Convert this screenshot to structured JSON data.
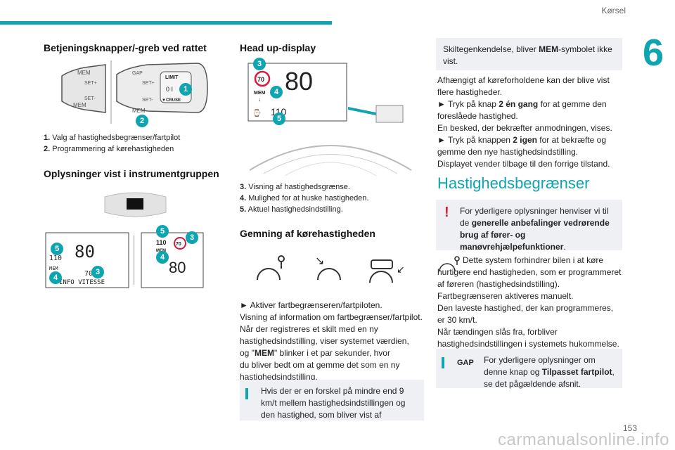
{
  "header": {
    "section": "Kørsel",
    "chapter": "6",
    "page": "153"
  },
  "col1": {
    "title1": "Betjeningsknapper/-greb ved rattet",
    "list1": [
      {
        "n": "1.",
        "t": "Valg af hastighedsbegrænser/fartpilot"
      },
      {
        "n": "2.",
        "t": "Programmering af kørehastigheden"
      }
    ],
    "title2": "Oplysninger vist i instrumentgruppen",
    "stalk_labels": {
      "limit": "LIMIT",
      "cruse": "CRUSE",
      "set_plus": "SET+",
      "set_minus": "SET-",
      "mem": "MEM",
      "gap": "GAP"
    },
    "cluster_left": {
      "speed": "80",
      "sub": "110",
      "mem": "MEM",
      "small": "70",
      "bottom": "INFO VITESSE"
    },
    "cluster_right": {
      "small": "110",
      "mem": "MEM",
      "sign": "70",
      "speed": "80"
    }
  },
  "col2": {
    "title1": "Head up-display",
    "hud": {
      "sign": "70",
      "speed": "80",
      "mem": "MEM",
      "set": "110"
    },
    "list1": [
      {
        "n": "3.",
        "t": "Visning af hastighedsgrænse."
      },
      {
        "n": "4.",
        "t": "Mulighed for at huske hastigheden."
      },
      {
        "n": "5.",
        "t": "Aktuel hastighedsindstilling."
      }
    ],
    "title2": "Gemning af kørehastigheden",
    "para_arrow": "►",
    "para": [
      "Aktiver fartbegrænseren/fartpiloten.",
      "Visning af information om fartbegrænser/fartpilot.",
      "Når der registreres et skilt med en ny",
      "hastighedsindstilling, viser systemet værdien,",
      "og \"",
      "MEM",
      "\" blinker i et par sekunder, hvor",
      "du bliver bedt om at gemme det som en ny",
      "hastighedsindstilling."
    ],
    "info": "Hvis der er en forskel på mindre end 9 km/t mellem hastighedsindstillingen og den hastighed, som bliver vist af"
  },
  "col3": {
    "info_top_a": "Skiltegenkendelse, bliver ",
    "info_top_b": "MEM",
    "info_top_c": "-symbolet ikke vist.",
    "p1": "Afhængigt af køreforholdene kan der blive vist flere hastigheder.",
    "p2a": "► Tryk på knap ",
    "p2b": "2 én gang",
    "p2c": " for at gemme den foreslåede hastighed.",
    "p3": "En besked, der bekræfter anmodningen, vises.",
    "p4a": "► Tryk på knappen ",
    "p4b": "2 igen",
    "p4c": " for at bekræfte og gemme den nye hastighedsindstilling.",
    "p5": "Displayet vender tilbage til den forrige tilstand.",
    "bigtitle": "Hastighedsbegrænser",
    "warn_a": "For yderligere oplysninger henviser vi til de ",
    "warn_b": "generelle anbefalinger vedrørende brug af fører- og manøvrehjælpefunktioner",
    "warn_c": ".",
    "sys": [
      "Dette system forhindrer bilen i at køre hurtigere end hastigheden, som er programmeret af føreren (hastighedsindstilling).",
      "Fartbegrænseren aktiveres manuelt.",
      "Den laveste hastighed, der kan programmeres, er 30 km/t.",
      "Når tændingen slås fra, forbliver hastighedsindstillingen i systemets hukommelse."
    ],
    "gap_label": "GAP",
    "info2_a": "For yderligere oplysninger om denne knap og ",
    "info2_b": "Tilpasset fartpilot",
    "info2_c": ", se det pågældende afsnit."
  },
  "watermark": "carmanualsonline.info",
  "colors": {
    "accent": "#0ea5b0",
    "warn": "#d81b3c",
    "box": "#eef0f3"
  }
}
